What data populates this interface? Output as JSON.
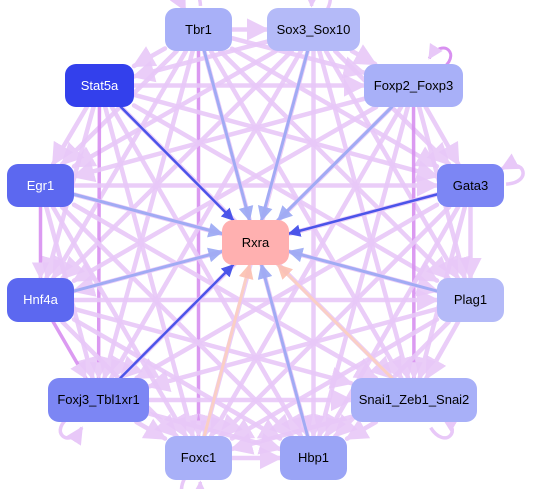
{
  "colors": {
    "background": "#ffffff",
    "edge_default": "#e8c8f8",
    "edge_magenta": "#d890f0",
    "edge_peach": "#fcd0c0",
    "edge_blue": "#9aa8f4",
    "edge_strong_blue": "#3a48e8",
    "node_pale": "#a8b0f8",
    "node_mid": "#7c86f4",
    "node_strong": "#5c68f0",
    "node_deep": "#3340ec",
    "node_focus": "#ffb0b0",
    "label_dark": "#000000",
    "label_light": "#ffffff"
  },
  "nodes": [
    {
      "id": "tbr1",
      "label": "Tbr1",
      "fill": "#a8b0f8",
      "text": "#000000"
    },
    {
      "id": "sox3",
      "label": "Sox3_Sox10",
      "fill": "#b4baf8",
      "text": "#000000"
    },
    {
      "id": "stat5a",
      "label": "Stat5a",
      "fill": "#3340ec",
      "text": "#ffffff"
    },
    {
      "id": "foxp2",
      "label": "Foxp2_Foxp3",
      "fill": "#a8b0f8",
      "text": "#000000"
    },
    {
      "id": "egr1",
      "label": "Egr1",
      "fill": "#5c68f0",
      "text": "#ffffff"
    },
    {
      "id": "gata3",
      "label": "Gata3",
      "fill": "#7c86f4",
      "text": "#000000"
    },
    {
      "id": "rxra",
      "label": "Rxra",
      "fill": "#ffb0b0",
      "text": "#000000"
    },
    {
      "id": "hnf4a",
      "label": "Hnf4a",
      "fill": "#5c68f0",
      "text": "#ffffff"
    },
    {
      "id": "plag1",
      "label": "Plag1",
      "fill": "#b4baf8",
      "text": "#000000"
    },
    {
      "id": "foxj3",
      "label": "Foxj3_Tbl1xr1",
      "fill": "#7c86f4",
      "text": "#000000"
    },
    {
      "id": "snai1",
      "label": "Snai1_Zeb1_Snai2",
      "fill": "#a8b0f8",
      "text": "#000000"
    },
    {
      "id": "foxc1",
      "label": "Foxc1",
      "fill": "#a8b0f8",
      "text": "#000000"
    },
    {
      "id": "hbp1",
      "label": "Hbp1",
      "fill": "#9aa4f6",
      "text": "#000000"
    }
  ],
  "edges_to_focus": [
    {
      "from": "tbr1",
      "style": "blue"
    },
    {
      "from": "sox3",
      "style": "blue"
    },
    {
      "from": "stat5a",
      "style": "strong_blue"
    },
    {
      "from": "foxp2",
      "style": "blue"
    },
    {
      "from": "egr1",
      "style": "blue"
    },
    {
      "from": "gata3",
      "style": "strong_blue"
    },
    {
      "from": "hnf4a",
      "style": "blue"
    },
    {
      "from": "plag1",
      "style": "blue"
    },
    {
      "from": "foxj3",
      "style": "strong_blue"
    },
    {
      "from": "snai1",
      "style": "peach"
    },
    {
      "from": "foxc1",
      "style": "peach"
    },
    {
      "from": "hbp1",
      "style": "blue"
    }
  ],
  "self_loops": [
    "tbr1",
    "sox3",
    "foxp2",
    "gata3",
    "snai1",
    "foxc1",
    "foxj3"
  ]
}
